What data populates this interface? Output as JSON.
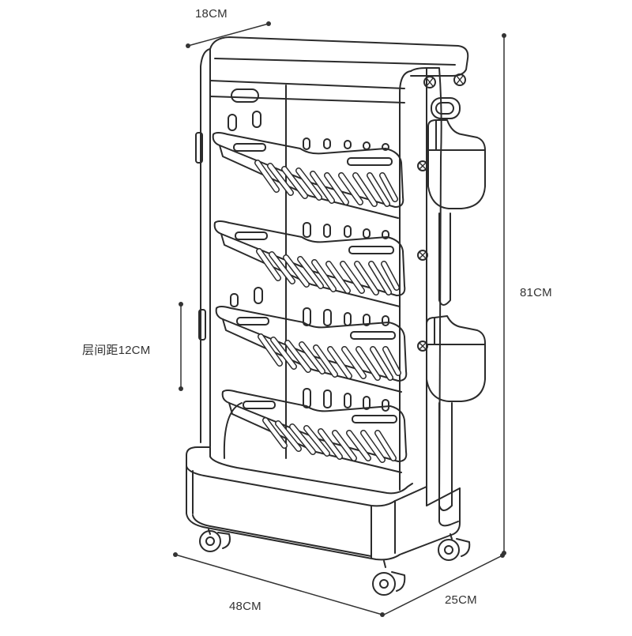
{
  "dimensions": {
    "depth_top": "18CM",
    "height": "81CM",
    "shelf_spacing": "层间距12CM",
    "width": "48CM",
    "depth_bottom": "25CM"
  },
  "colors": {
    "line": "#2b2b2b",
    "dimension_line": "#333333",
    "background": "#ffffff"
  }
}
